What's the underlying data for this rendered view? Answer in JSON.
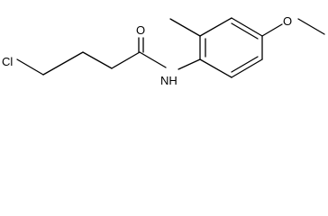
{
  "molecule": {
    "atoms": {
      "chlorine": "Cl",
      "carbonyl_oxygen": "O",
      "amide_nitrogen": "NH",
      "methoxy_oxygen": "O"
    },
    "colors": {
      "bond": "#000000",
      "label": "#000000",
      "background": "#ffffff"
    }
  }
}
